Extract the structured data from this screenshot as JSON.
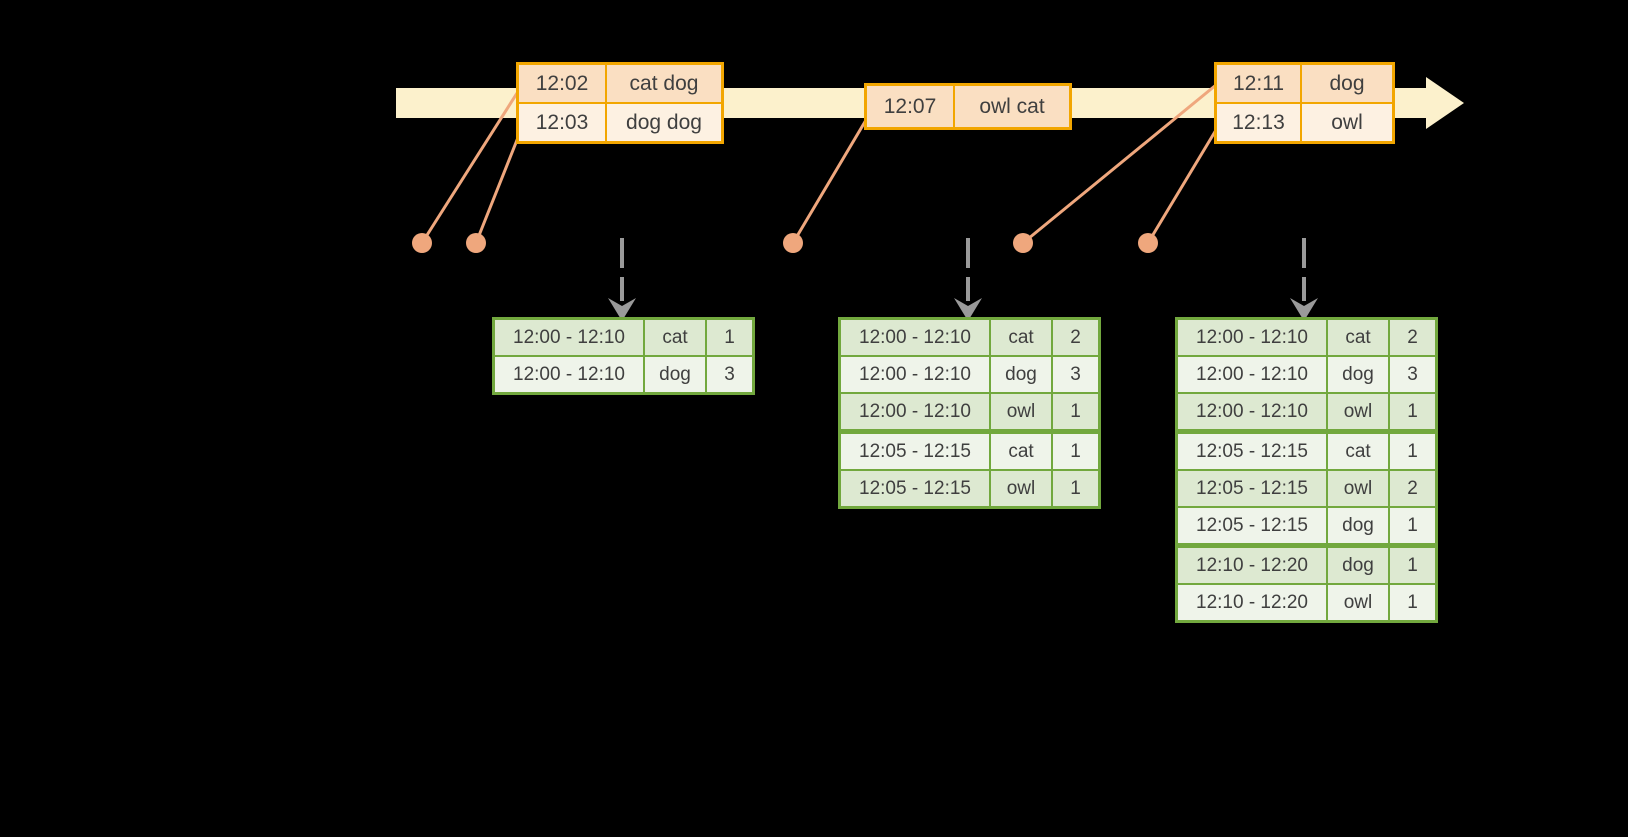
{
  "diagram": {
    "kind": "windowed-grouped-aggregation-timeline",
    "colors": {
      "background": "#000000",
      "timeline_fill": "#FCF1CC",
      "event_border": "#F2A600",
      "event_row_odd": "#FADFC2",
      "event_row_even": "#FDF1E2",
      "connector": "#EFA77D",
      "trigger_arrow": "#9A9A9A",
      "result_border": "#72A83E",
      "result_row_odd": "#DDE9D1",
      "result_row_even": "#EFF4EA",
      "text": "#3F3F3F"
    }
  },
  "event_tables": [
    {
      "rows": [
        {
          "time": "12:02",
          "words": "cat dog"
        },
        {
          "time": "12:03",
          "words": "dog dog"
        }
      ]
    },
    {
      "rows": [
        {
          "time": "12:07",
          "words": "owl cat"
        }
      ]
    },
    {
      "rows": [
        {
          "time": "12:11",
          "words": "dog"
        },
        {
          "time": "12:13",
          "words": "owl"
        }
      ]
    }
  ],
  "result_tables": [
    {
      "rows": [
        {
          "window": "12:00 - 12:10",
          "word": "cat",
          "count": "1"
        },
        {
          "window": "12:00 - 12:10",
          "word": "dog",
          "count": "3"
        }
      ]
    },
    {
      "rows": [
        {
          "window": "12:00 - 12:10",
          "word": "cat",
          "count": "2"
        },
        {
          "window": "12:00 - 12:10",
          "word": "dog",
          "count": "3"
        },
        {
          "window": "12:00 - 12:10",
          "word": "owl",
          "count": "1"
        },
        {
          "window": "12:05 - 12:15",
          "word": "cat",
          "count": "1"
        },
        {
          "window": "12:05 - 12:15",
          "word": "owl",
          "count": "1"
        }
      ]
    },
    {
      "rows": [
        {
          "window": "12:00 - 12:10",
          "word": "cat",
          "count": "2"
        },
        {
          "window": "12:00 - 12:10",
          "word": "dog",
          "count": "3"
        },
        {
          "window": "12:00 - 12:10",
          "word": "owl",
          "count": "1"
        },
        {
          "window": "12:05 - 12:15",
          "word": "cat",
          "count": "1"
        },
        {
          "window": "12:05 - 12:15",
          "word": "owl",
          "count": "2"
        },
        {
          "window": "12:05 - 12:15",
          "word": "dog",
          "count": "1"
        },
        {
          "window": "12:10 - 12:20",
          "word": "dog",
          "count": "1"
        },
        {
          "window": "12:10 - 12:20",
          "word": "owl",
          "count": "1"
        }
      ]
    }
  ]
}
